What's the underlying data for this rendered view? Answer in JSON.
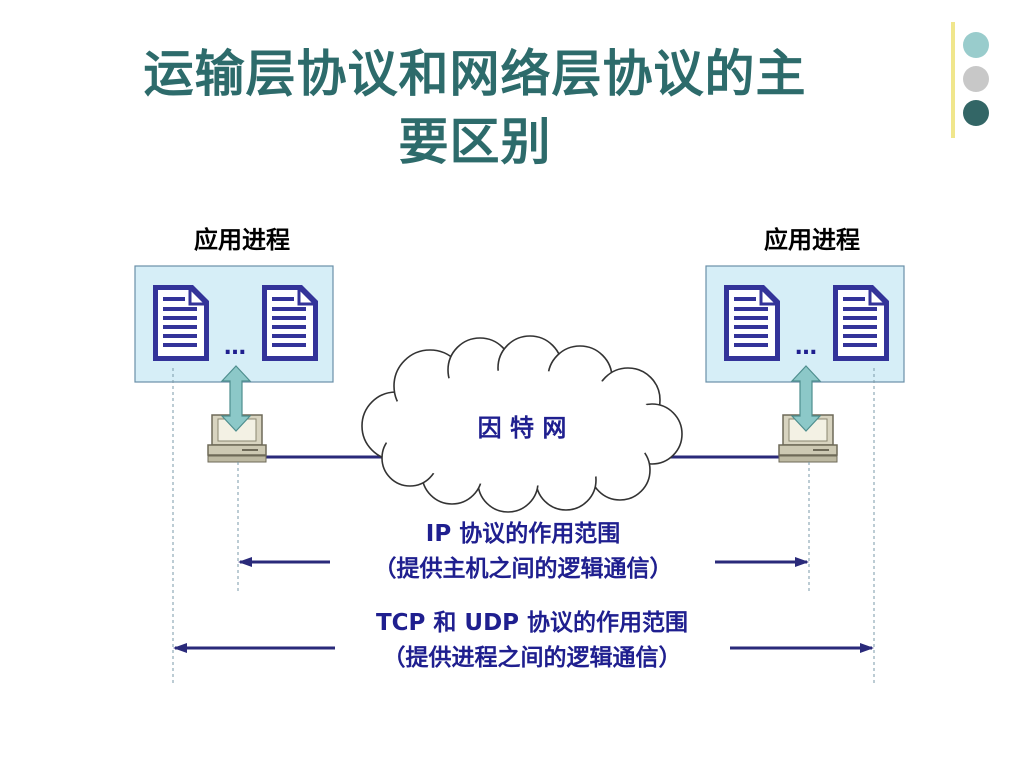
{
  "slide": {
    "title_line1": "运输层协议和网络层协议的主",
    "title_line2": "要区别"
  },
  "decoration": {
    "dots": [
      "#99cccc",
      "#c8c8c8",
      "#336666"
    ],
    "bar_color": "#f0e68c",
    "title_color": "#2d6b6b"
  },
  "diagram": {
    "left_host": {
      "label": "应用进程",
      "ellipsis": "…"
    },
    "right_host": {
      "label": "应用进程",
      "ellipsis": "…"
    },
    "cloud_label": "因 特 网",
    "ip_scope": {
      "line1": "IP 协议的作用范围",
      "line2": "（提供主机之间的逻辑通信）"
    },
    "transport_scope": {
      "line1": "TCP 和 UDP 协议的作用范围",
      "line2": "（提供进程之间的逻辑通信）"
    },
    "colors": {
      "box_fill": "#d6eef7",
      "doc_color": "#333399",
      "arrow_fill": "#8cc8c8",
      "line_color": "#2a2a7a",
      "text_color": "#1f1f8f",
      "cloud_fill": "#ffffff"
    }
  }
}
